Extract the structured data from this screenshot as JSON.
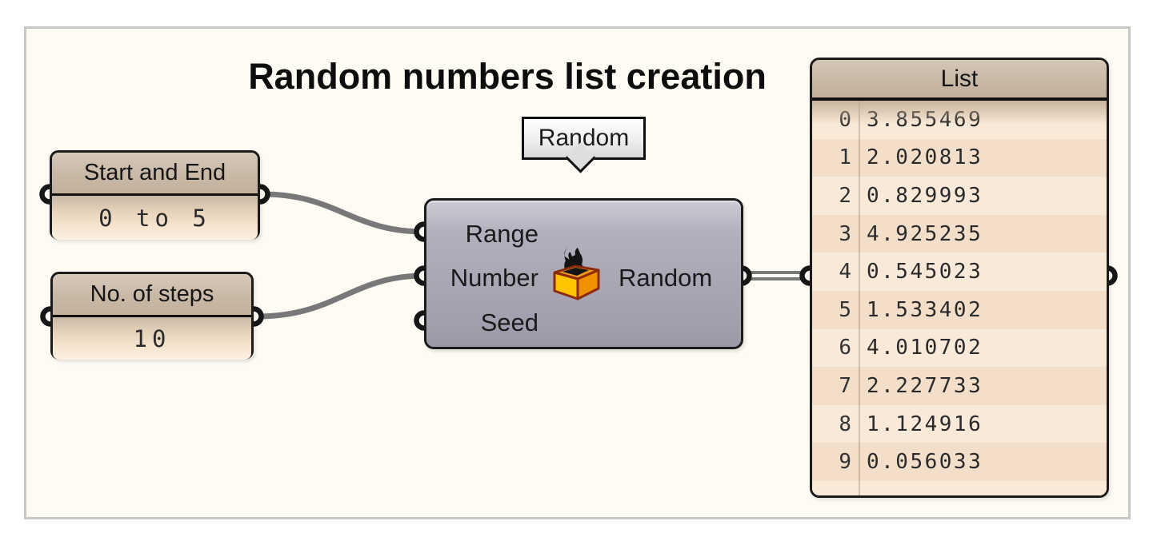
{
  "title": "Random numbers list creation",
  "panels": {
    "start_end": {
      "header": "Start and End",
      "value": "0 to 5"
    },
    "steps": {
      "header": "No. of steps",
      "value": "10"
    }
  },
  "component": {
    "tooltip": "Random",
    "inputs": [
      {
        "label": "Range"
      },
      {
        "label": "Number"
      },
      {
        "label": "Seed"
      }
    ],
    "output": {
      "label": "Random"
    },
    "icon": "jack-in-the-box-random-icon"
  },
  "list": {
    "header": "List",
    "rows": [
      {
        "index": "0",
        "value": "3.855469"
      },
      {
        "index": "1",
        "value": "2.020813"
      },
      {
        "index": "2",
        "value": "0.829993"
      },
      {
        "index": "3",
        "value": "4.925235"
      },
      {
        "index": "4",
        "value": "0.545023"
      },
      {
        "index": "5",
        "value": "1.533402"
      },
      {
        "index": "6",
        "value": "4.010702"
      },
      {
        "index": "7",
        "value": "2.227733"
      },
      {
        "index": "8",
        "value": "1.124916"
      },
      {
        "index": "9",
        "value": "0.056033"
      }
    ]
  },
  "colors": {
    "canvas_bg": "#fdfbf3",
    "canvas_border": "#c7c7c3",
    "panel_header_tan": "#c8b8a6",
    "panel_body_cream": "#f7e7d2",
    "row_stripe_dark": "#f3dfc9",
    "component_grey": "#a9a7b4",
    "wire_grey": "#787878",
    "icon_orange": "#f09200",
    "icon_yellow": "#ffc400",
    "icon_outline": "#8c2a0c"
  }
}
